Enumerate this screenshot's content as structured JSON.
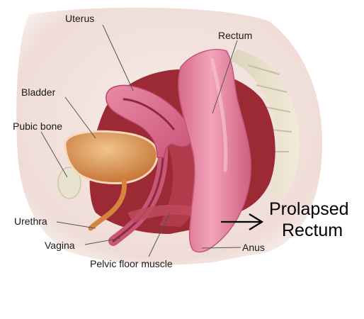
{
  "labels": {
    "uterus": "Uterus",
    "rectum": "Rectum",
    "bladder": "Bladder",
    "pubic_bone": "Pubic bone",
    "urethra": "Urethra",
    "vagina": "Vagina",
    "pelvic_floor_muscle": "Pelvic floor muscle",
    "anus": "Anus"
  },
  "callout": {
    "line1": "Prolapsed",
    "line2": "Rectum"
  },
  "colors": {
    "skin": "#f4e6e2",
    "tissue_dark": "#9c2a35",
    "rectum_pink": "#e98aa5",
    "uterus_pink": "#de7a96",
    "bladder_orange": "#d4843e",
    "bone": "#e8e3cf"
  }
}
